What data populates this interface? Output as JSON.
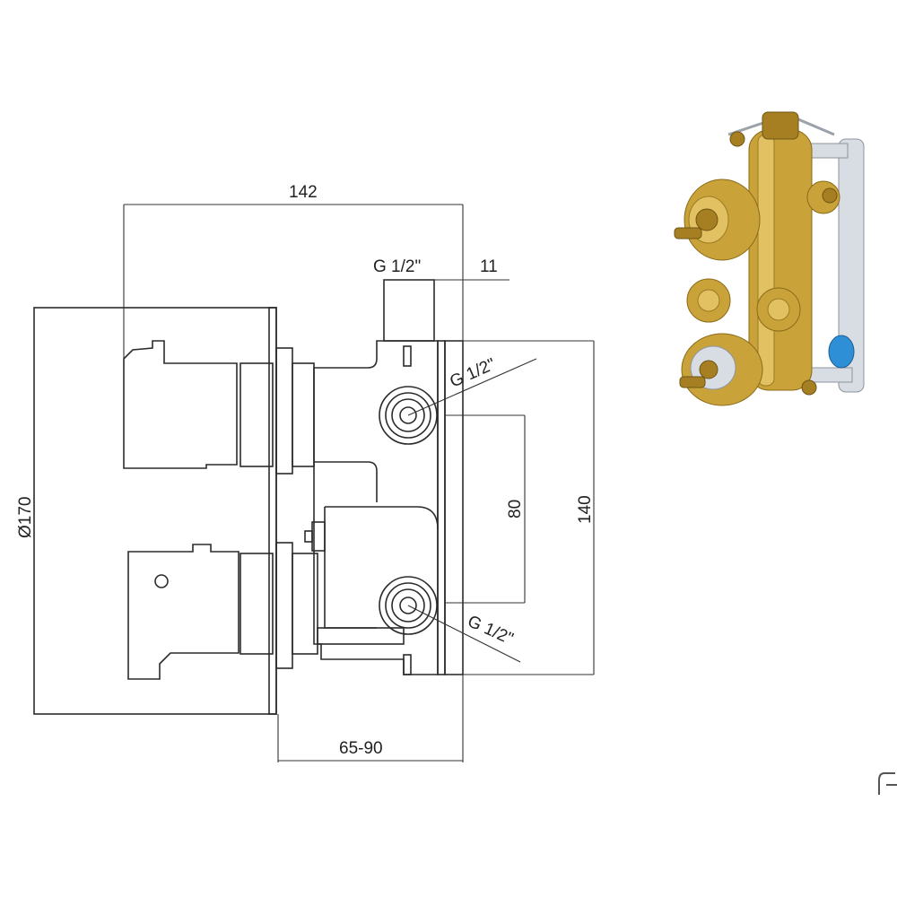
{
  "dimensions": {
    "overall_depth": "142",
    "inlet_thread_top": "G 1/2\"",
    "plate_offset": "11",
    "diameter": "Ø170",
    "outlet_spacing": "80",
    "body_height": "140",
    "inlet_thread_middle": "G 1/2\"",
    "inlet_thread_bottom": "G 1/2\"",
    "installation_depth": "65-90"
  },
  "colors": {
    "line": "#2b2b2b",
    "brass": "#c9a33a",
    "chrome": "#d8dde3",
    "valve_accent": "#2f8fd6"
  },
  "icons": {
    "corner_logo": "partial-brand-logo-icon"
  }
}
